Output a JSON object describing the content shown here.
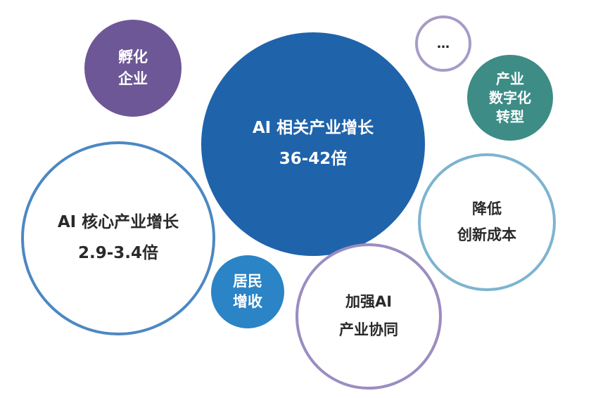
{
  "colors": {
    "incubate_fill": "#6d5796",
    "ai_related_fill": "#1f63ab",
    "more_border": "#a79bc6",
    "digital_fill": "#3d8c86",
    "ai_core_border": "#4c88c2",
    "cost_border": "#7db4cf",
    "income_fill": "#2a84c6",
    "synergy_border": "#9b8dc0"
  },
  "bubbles": {
    "incubate": {
      "line1": "孵化",
      "line2": "企业"
    },
    "ai_related": {
      "line1": "AI 相关产业增长",
      "line2": "36-42倍"
    },
    "more": {
      "line1": "…"
    },
    "digital": {
      "line1": "产业",
      "line2": "数字化",
      "line3": "转型"
    },
    "ai_core": {
      "line1": "AI 核心产业增长",
      "line2": "2.9-3.4倍"
    },
    "cost": {
      "line1": "降低",
      "line2": "创新成本"
    },
    "income": {
      "line1": "居民",
      "line2": "增收"
    },
    "synergy": {
      "line1": "加强AI",
      "line2": "产业协同"
    }
  }
}
